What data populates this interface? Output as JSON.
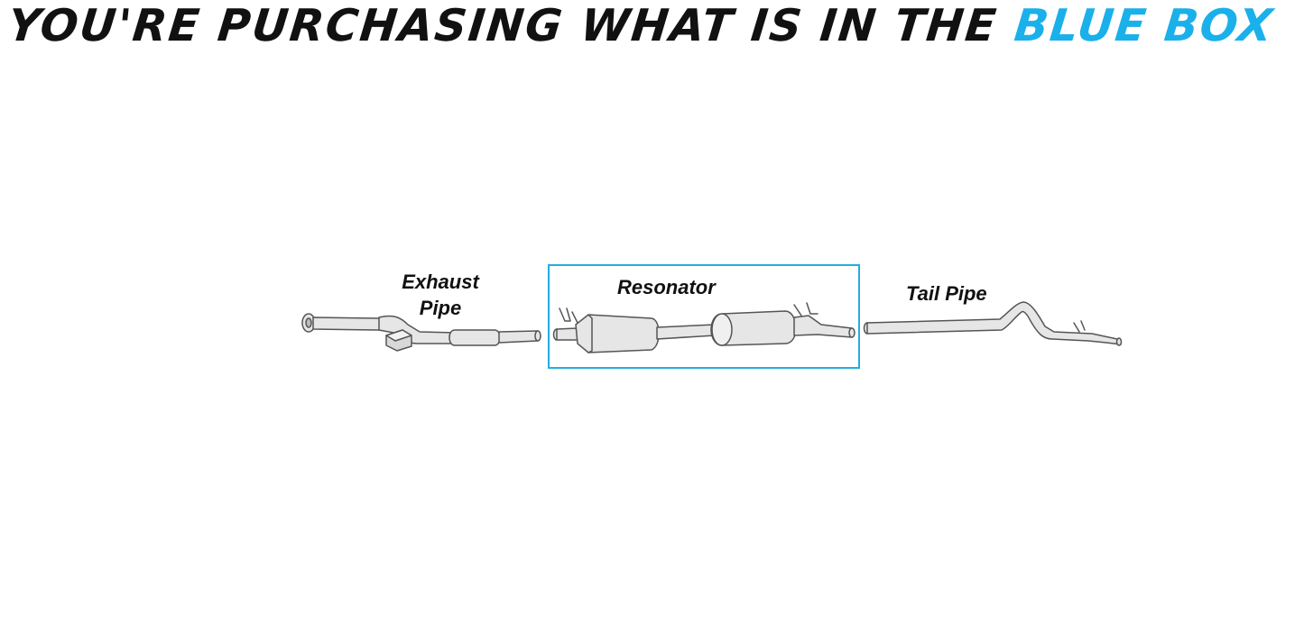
{
  "headline": {
    "prefix": "YOU'RE PURCHASING WHAT IS IN THE ",
    "highlight": "BLUE BOX"
  },
  "labels": {
    "exhaust_line1": "Exhaust",
    "exhaust_line2": "Pipe",
    "resonator": "Resonator",
    "tail_pipe": "Tail Pipe"
  },
  "colors": {
    "text": "#111111",
    "accent": "#1ab0ea",
    "box_border": "#22aee0",
    "pipe_stroke": "#555555",
    "pipe_fill": "#e6e6e6"
  }
}
